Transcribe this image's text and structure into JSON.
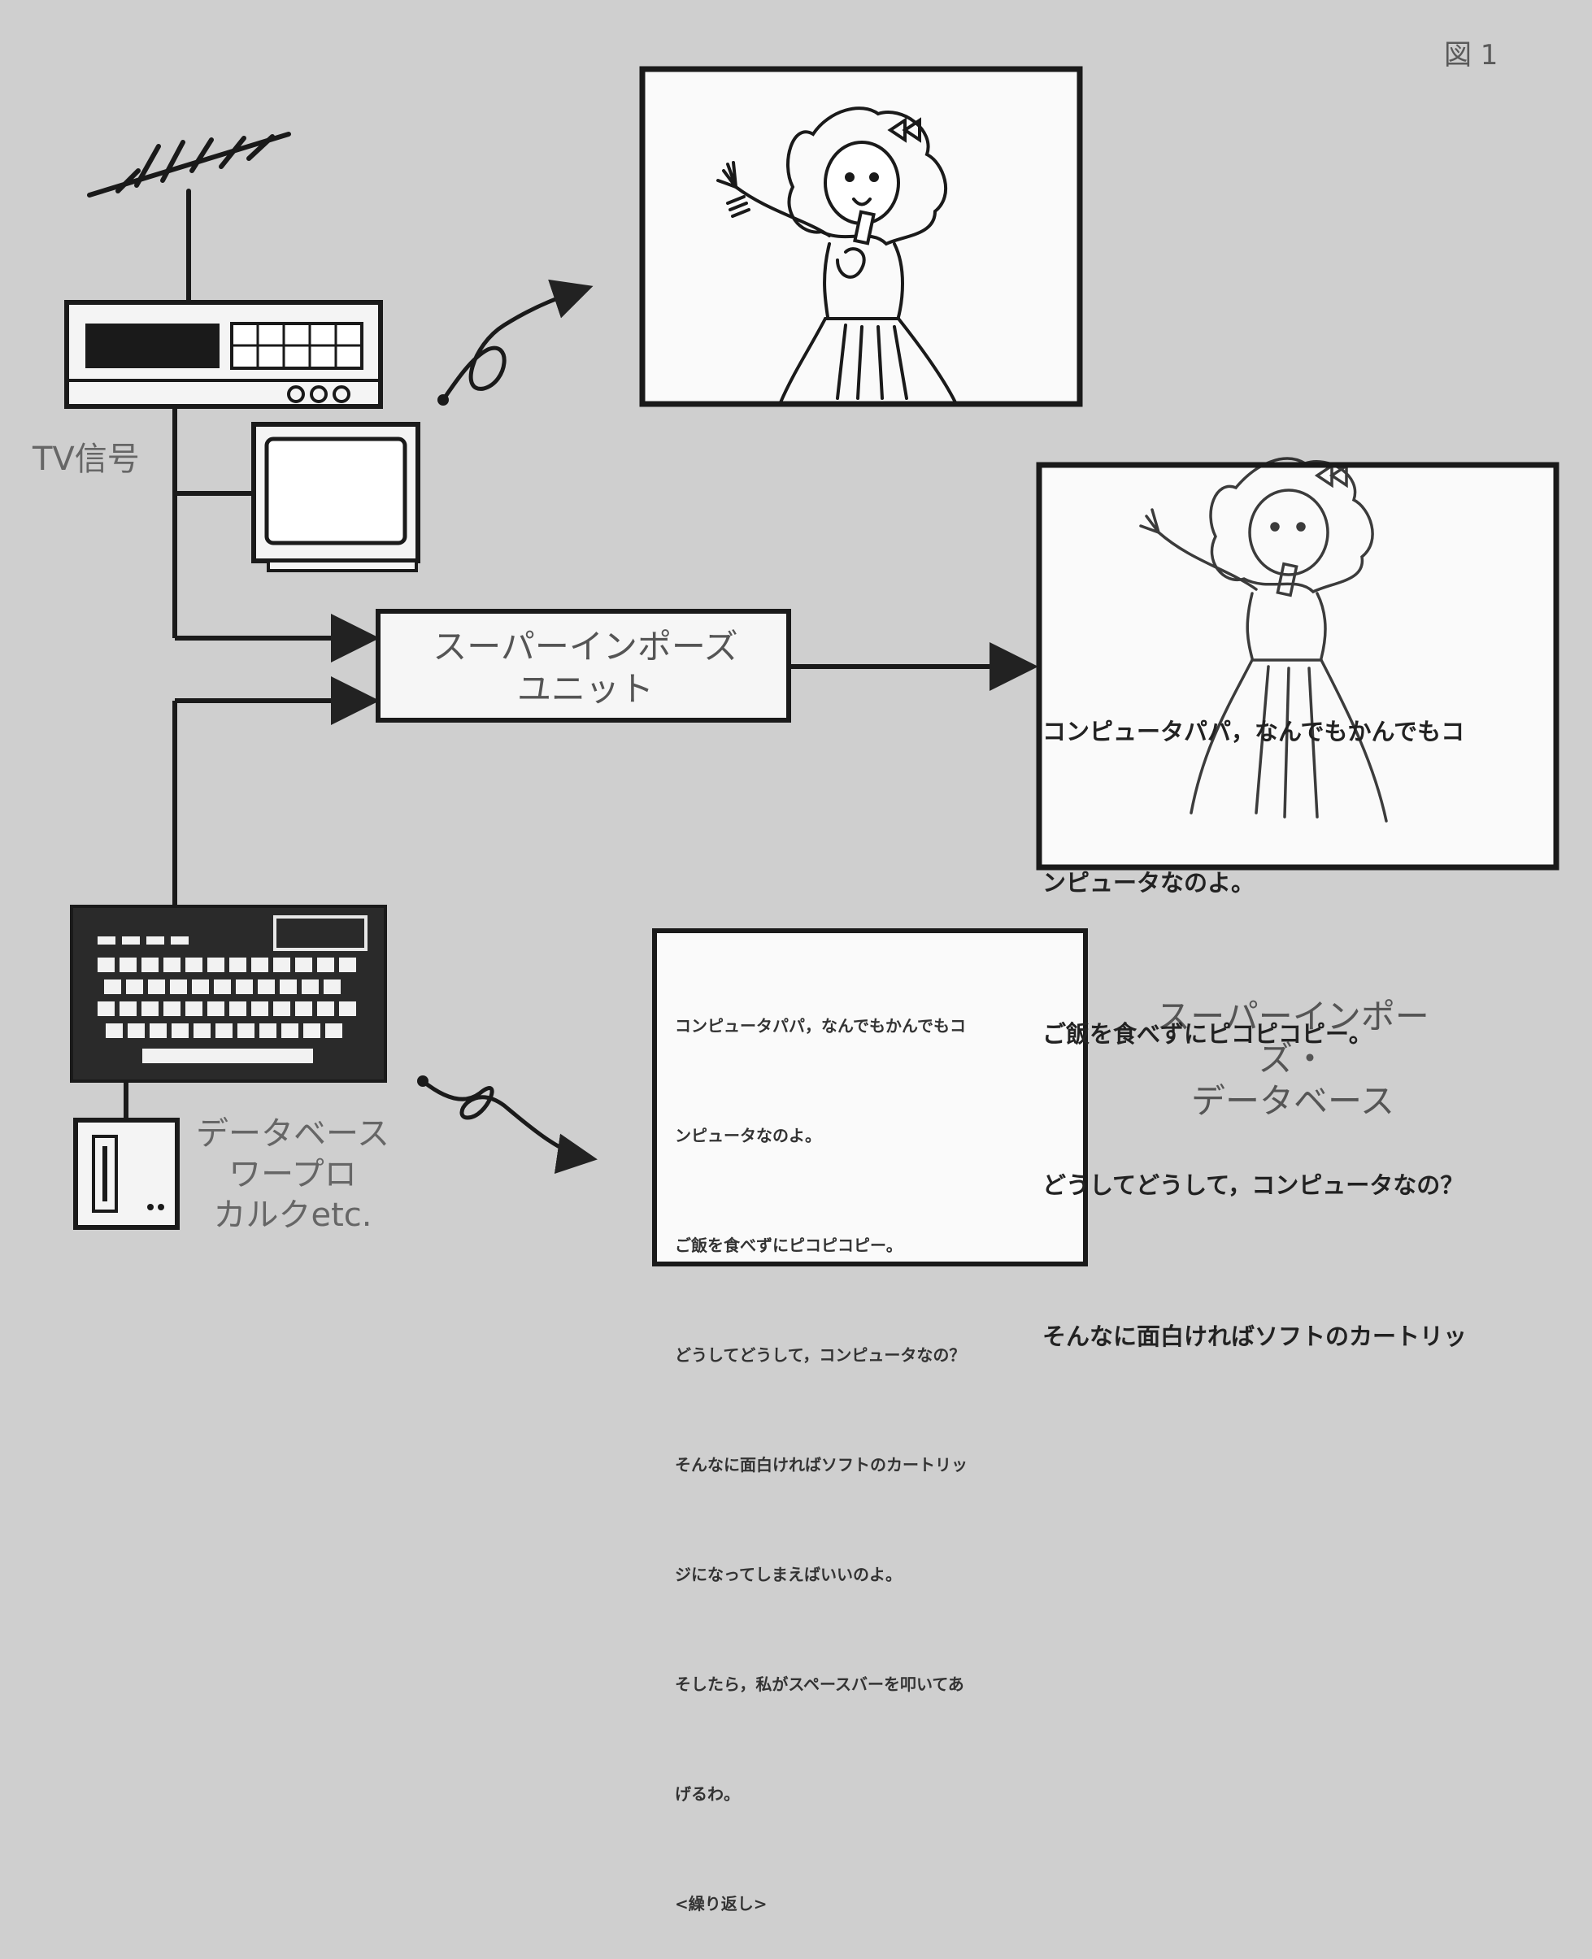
{
  "figure_label": "図 1",
  "tv_signal_label": "TV信号",
  "superimpose_unit": {
    "line1": "スーパーインポーズ",
    "line2": "ユニット"
  },
  "database_title": {
    "line1": "スーパーインポーズ・",
    "line2": "データベース"
  },
  "computer_apps": [
    "データベース",
    "ワープロ",
    "カルクetc."
  ],
  "overlay_screen_lines": [
    "コンピュータパパ，なんでもかんでもコ",
    "ンピュータなのよ。",
    "ご飯を食べずにピコピコピー。",
    "どうしてどうして，コンピュータなの？",
    "そんなに面白ければソフトのカートリッ"
  ],
  "database_screen_lines": [
    "コンピュータパパ，なんでもかんでもコ",
    "ンピュータなのよ。",
    "ご飯を食べずにピコピコピー。",
    "どうしてどうして，コンピュータなの？",
    "そんなに面白ければソフトのカートリッ",
    "ジになってしまえばいいのよ。",
    "そしたら，私がスペースバーを叩いてあ",
    "げるわ。",
    "<繰り返し>"
  ]
}
